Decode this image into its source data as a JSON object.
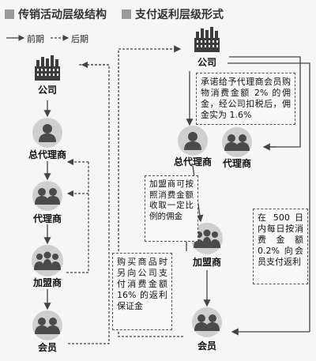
{
  "left_panel": {
    "title": "传销活动层级结构",
    "legend_early": "前期",
    "legend_late": "后期",
    "nodes": {
      "company": "公司",
      "general_agent": "总代理商",
      "agent": "代理商",
      "franchisee": "加盟商",
      "member": "会员"
    }
  },
  "right_panel": {
    "title": "支付返利层级形式",
    "nodes": {
      "company": "公司",
      "general_agent": "总代理商",
      "agent": "代理商",
      "franchisee": "加盟商",
      "member": "会员"
    },
    "notes": {
      "agent_commission": "承诺给予代理商会员购物消费金额 2% 的佣金，经公司扣税后，佣金实为 1.6%",
      "franchisee_fee": "加盟商可按照消费金额收取一定比例的佣金",
      "member_rebate": "在 500 日内每日按消费金额 0.2% 向会员支付返利",
      "deposit": "购买商品时另向公司支付消费金额16% 的返利保证金"
    }
  },
  "colors": {
    "background": "#f6f6f6",
    "company_icon": "#3c3c3c",
    "person_circle": "#cfcfcf",
    "person_figure": "#4a4a4a",
    "arrow": "#444444"
  }
}
